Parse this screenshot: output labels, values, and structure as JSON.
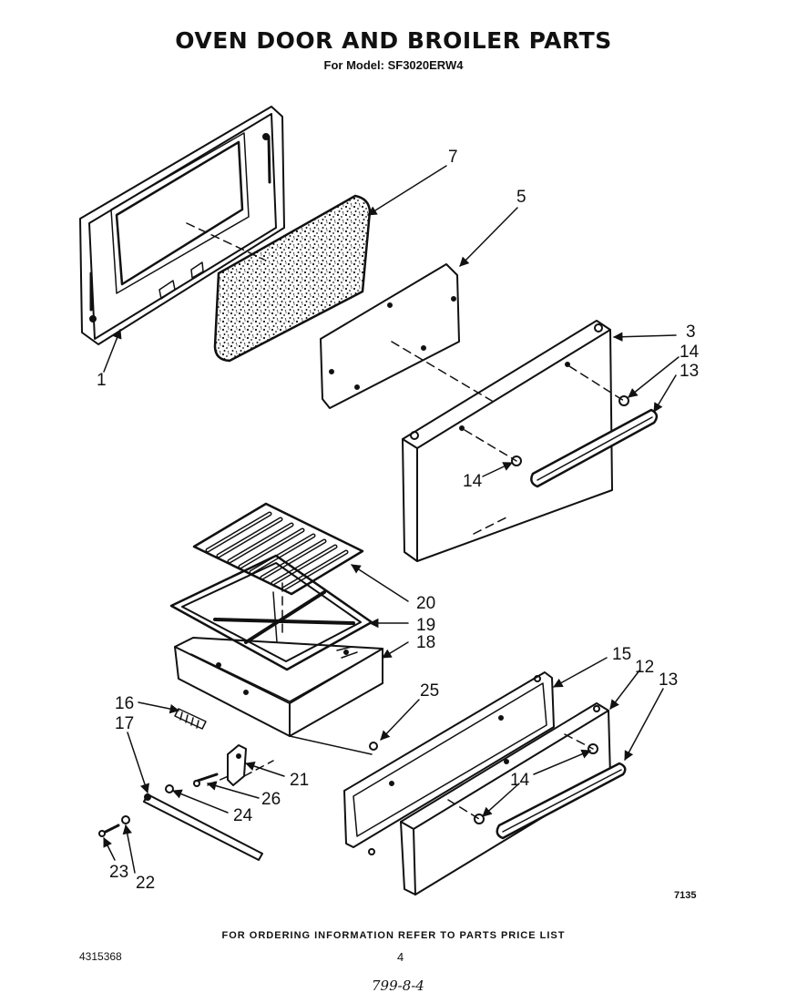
{
  "header": {
    "title": "OVEN DOOR AND BROILER PARTS",
    "subtitle": "For Model: SF3020ERW4"
  },
  "callouts": {
    "c1": "1",
    "c3": "3",
    "c5": "5",
    "c7": "7",
    "c12": "12",
    "c13a": "13",
    "c13b": "13",
    "c14a": "14",
    "c14b": "14",
    "c14c": "14",
    "c15": "15",
    "c16": "16",
    "c17": "17",
    "c18": "18",
    "c19": "19",
    "c20": "20",
    "c21": "21",
    "c22": "22",
    "c23": "23",
    "c24": "24",
    "c25": "25",
    "c26": "26"
  },
  "footer": {
    "figure_number": "7135",
    "ordering_note": "FOR ORDERING INFORMATION REFER TO PARTS PRICE LIST",
    "document_number": "4315368",
    "page_number": "4",
    "handwritten_date": "799-8-4"
  }
}
